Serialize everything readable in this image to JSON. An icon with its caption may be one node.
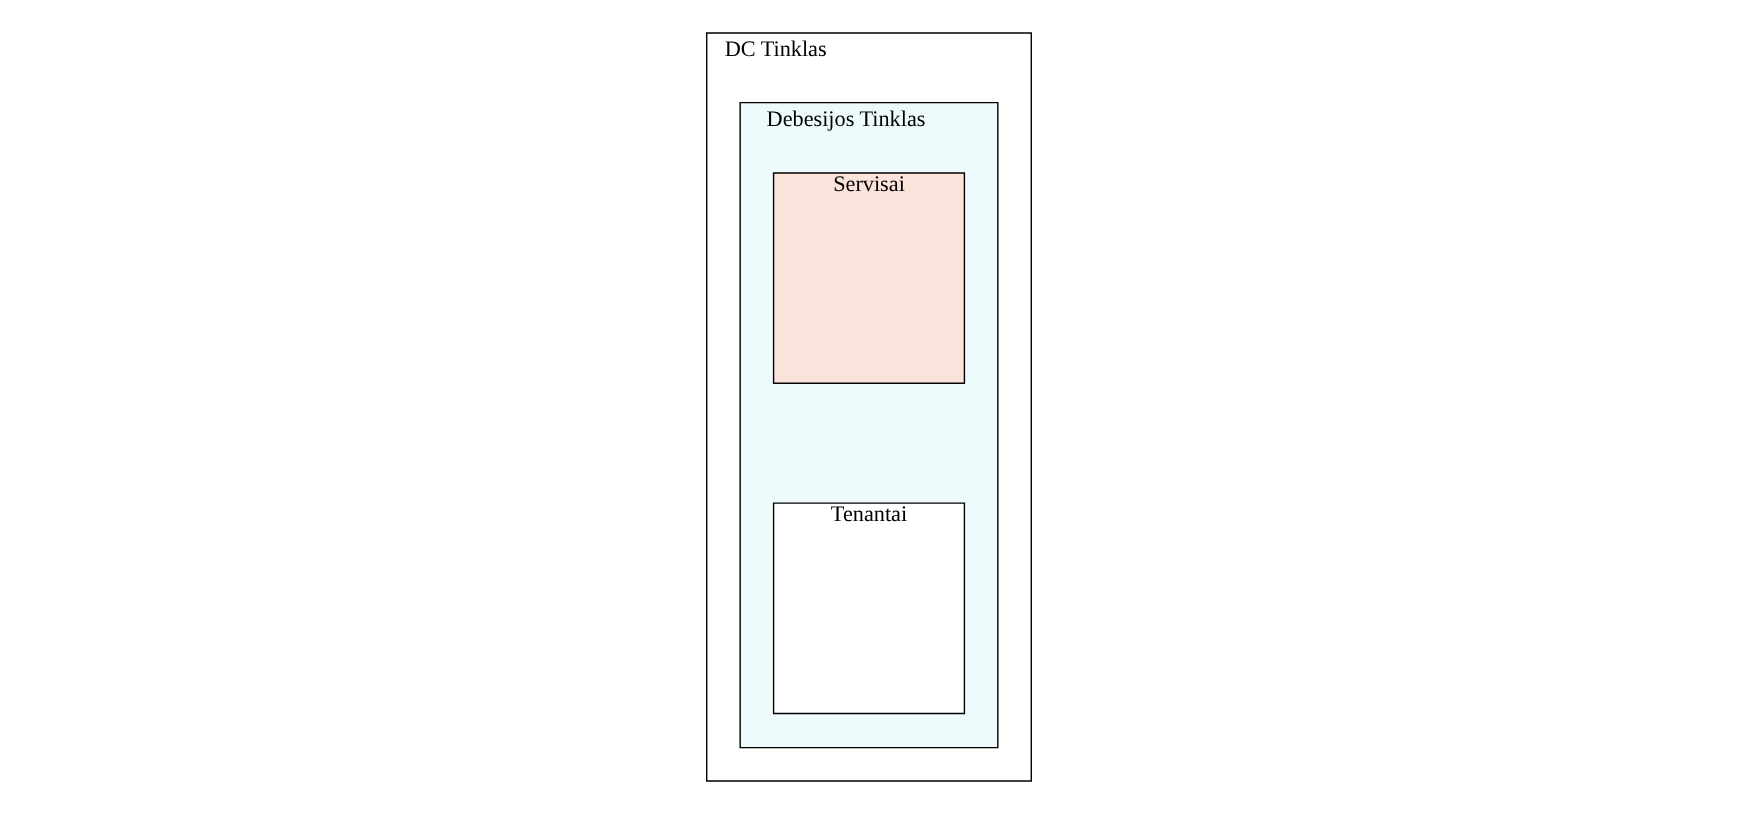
{
  "diagram": {
    "nodes": [
      {
        "text": [
          "DC Tinklas"
        ]
      },
      {
        "text": [
          "Debesijos Tinklas"
        ],
        "in": 0
      },
      {
        "text": [
          "Servisai"
        ],
        "in": 1
      },
      {
        "text": [
          "Tenantai"
        ],
        "in": 1
      }
    ]
  }
}
